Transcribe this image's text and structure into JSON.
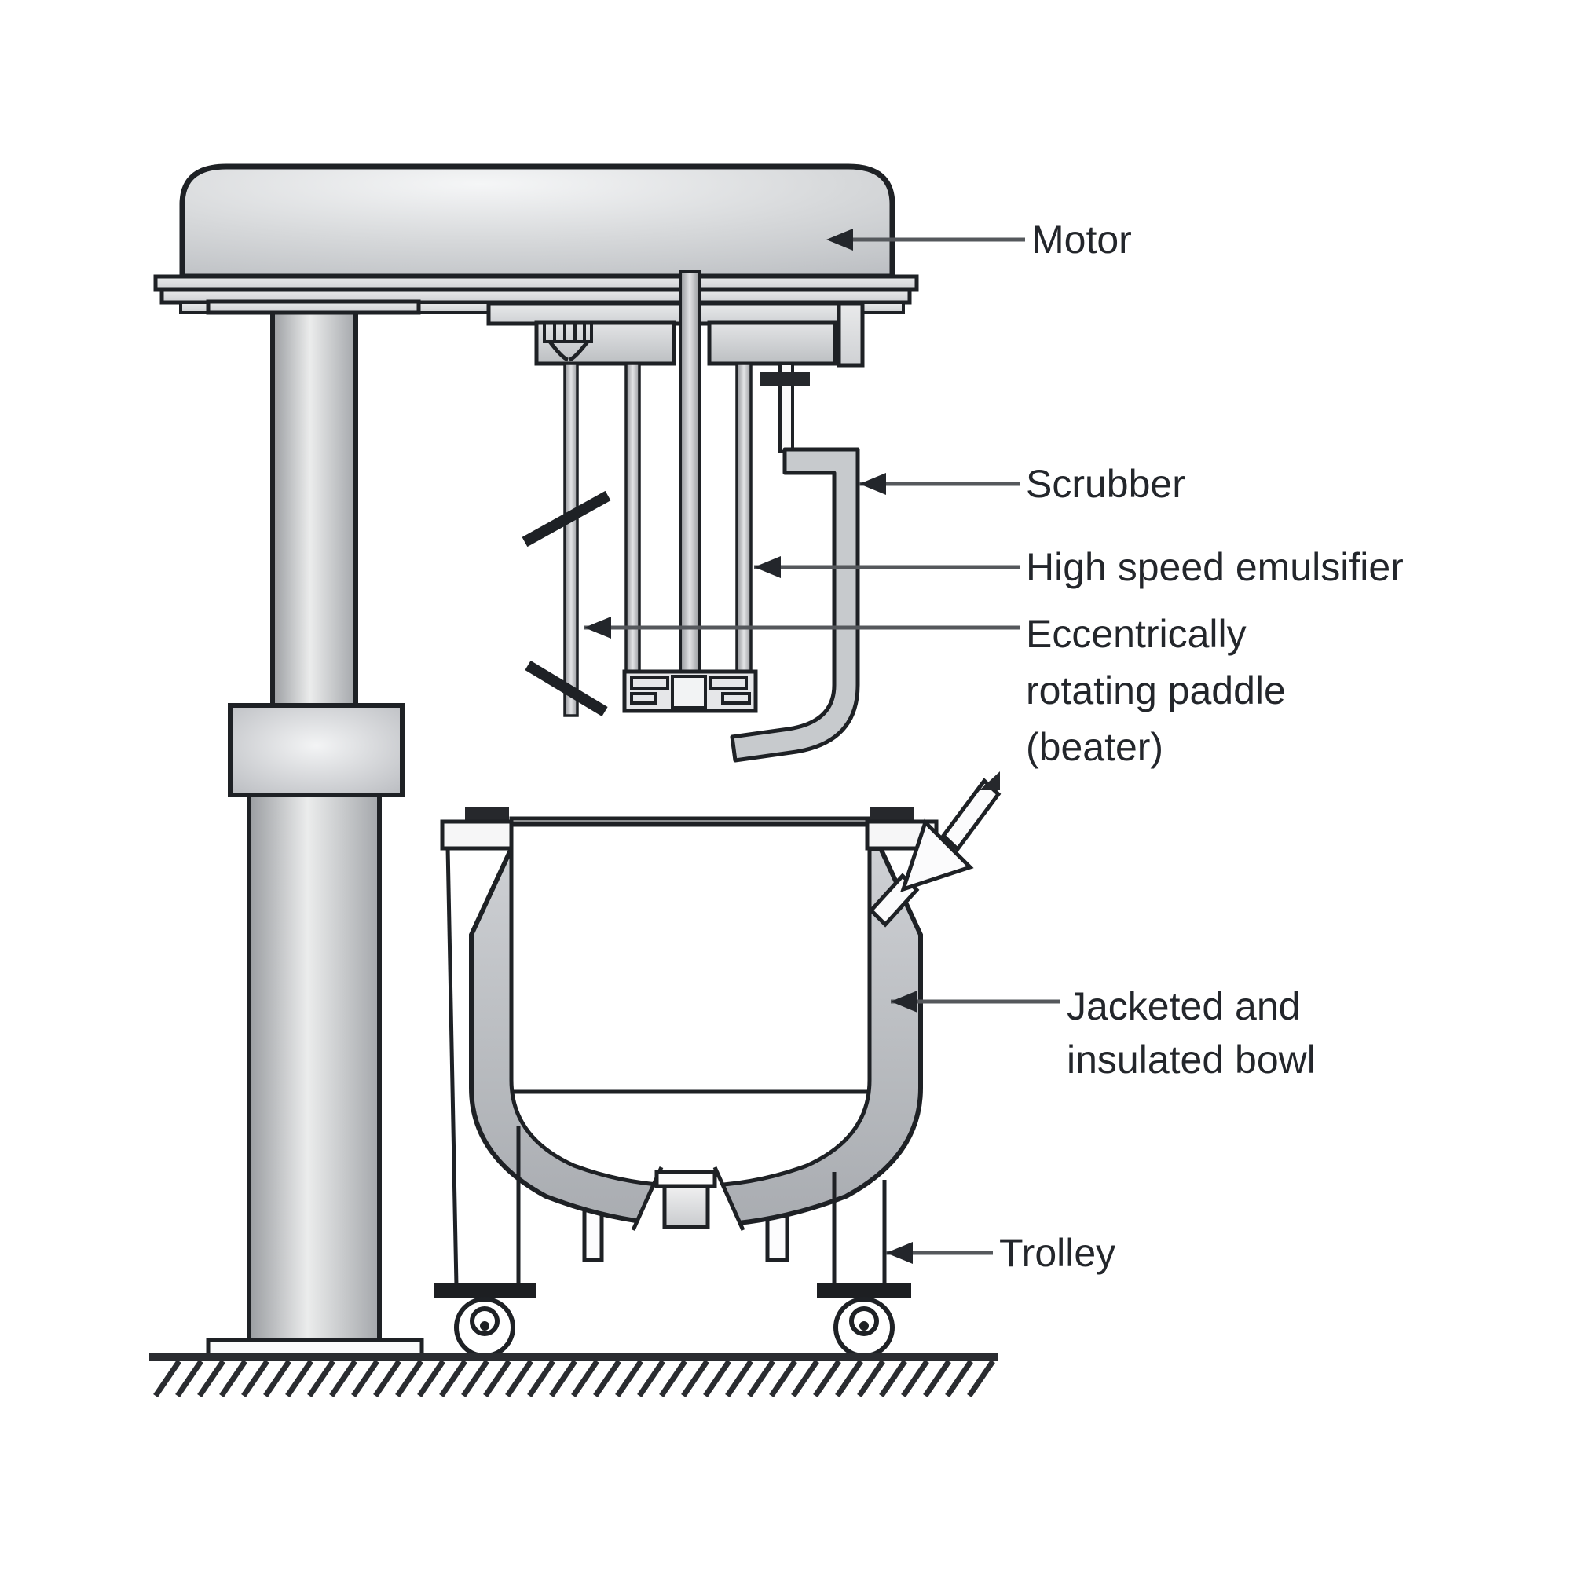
{
  "labels": [
    {
      "id": "motor",
      "lines": [
        "Motor"
      ]
    },
    {
      "id": "scrubber",
      "lines": [
        "Scrubber"
      ]
    },
    {
      "id": "high-speed-emulsifier",
      "lines": [
        "High speed emulsifier"
      ]
    },
    {
      "id": "eccentrically-rotating-paddle",
      "lines": [
        "Eccentrically",
        "rotating paddle",
        "(beater)"
      ]
    },
    {
      "id": "jacketed-insulated-bowl",
      "lines": [
        "Jacketed and",
        "insulated bowl"
      ]
    },
    {
      "id": "trolley",
      "lines": [
        "Trolley"
      ]
    }
  ],
  "colors": {
    "background": "#ffffff",
    "ink": "#23262b",
    "leader_line": "#55585c",
    "metal_light": "#eceded",
    "metal_mid": "#c7c9cd",
    "metal_dark": "#9b9ea3"
  }
}
